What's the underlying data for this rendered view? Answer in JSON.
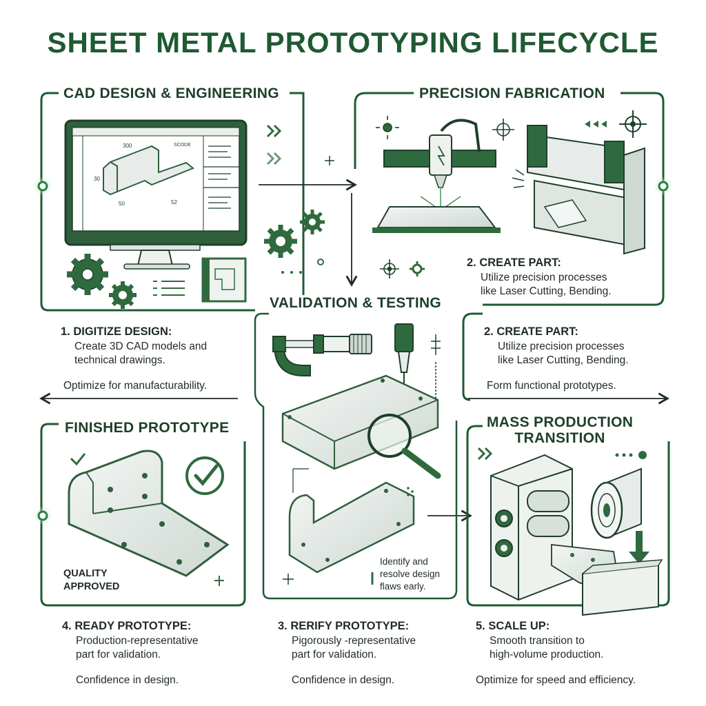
{
  "title": "SHEET METAL PROTOTYPING LIFECYCLE",
  "sections": {
    "cad": "CAD DESIGN & ENGINEERING",
    "fab": "PRECISION FABRICATION",
    "val": "VALIDATION & TESTING",
    "fin": "FINISHED PROTOTYPE",
    "mass_1": "MASS PRODUCTION",
    "mass_2": "TRANSITION"
  },
  "cad_drawing": {
    "dim_top": "300",
    "dim_callout": "SCODE",
    "dim_left": "30",
    "dim_bottom": "50",
    "dim_right": "52"
  },
  "steps": {
    "s1": {
      "heading": "1. DIGITIZE DESIGN:",
      "line1": "Create 3D CAD models and",
      "line2": "technical drawings.",
      "note": "Optimize for manufacturability."
    },
    "s2a": {
      "heading": "2. CREATE PART:",
      "line1": "Utilize precision processes",
      "line2": "like Laser Cutting, Bending."
    },
    "s2b": {
      "heading": "2. CREATE PART:",
      "line1": "Utilize precision processes",
      "line2": "like Laser Cutting, Bending.",
      "note": "Form functional prototypes."
    },
    "s3": {
      "heading": "3. RERIFY PROTOTYPE:",
      "line1": "Pigorously -representative",
      "line2": "part for validation.",
      "note": "Confidence in design."
    },
    "s4": {
      "heading": "4. READY PROTOTYPE:",
      "line1": "Production-representative",
      "line2": "part for validation.",
      "note": "Confidence in design."
    },
    "s5": {
      "heading": "5. SCALE UP:",
      "line1": "Smooth transition to",
      "line2": "high-volume production.",
      "note": "Optimize for speed and efficiency."
    }
  },
  "validation_note": {
    "line1": "Identify and",
    "line2": "resolve design",
    "line3": "flaws early."
  },
  "quality": {
    "line1": "QUALITY",
    "line2": "APPROVED"
  },
  "colors": {
    "primary": "#1e5a32",
    "accent": "#2f7d45",
    "glow": "#7fdc8f",
    "metal": "#e7ecea"
  }
}
